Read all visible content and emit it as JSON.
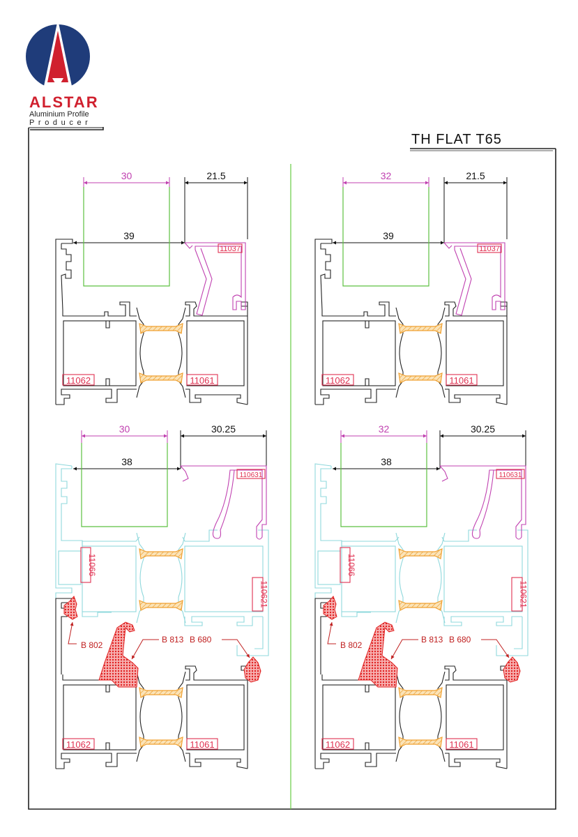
{
  "logo": {
    "brand": "ALSTAR",
    "tagline_1": "Aluminium Profile",
    "tagline_2": "Producer"
  },
  "title": "TH FLAT T65",
  "colors": {
    "frame": "#222222",
    "sash": "#8fd8dc",
    "bead": "#c040b0",
    "glass": "#5cc040",
    "gasket": "#e02020",
    "label": "#e03050",
    "thermal": "#f0a030",
    "divider": "#66cc44"
  },
  "panels": [
    {
      "top": {
        "glass_dim": "30",
        "bead_dim": "21.5",
        "rebate_dim": "39",
        "bead_code": "11037",
        "frame_left_code": "11062",
        "frame_right_code": "11061"
      },
      "bottom": {
        "glass_dim": "30",
        "bead_dim": "30.25",
        "rebate_dim": "38",
        "bead_code": "110631",
        "sash_left_code": "11066",
        "sash_right_code": "110621",
        "frame_left_code": "11062",
        "frame_right_code": "11061",
        "gaskets": [
          "B 802",
          "B 813",
          "B 680"
        ]
      }
    },
    {
      "top": {
        "glass_dim": "32",
        "bead_dim": "21.5",
        "rebate_dim": "39",
        "bead_code": "11037",
        "frame_left_code": "11062",
        "frame_right_code": "11061"
      },
      "bottom": {
        "glass_dim": "32",
        "bead_dim": "30.25",
        "rebate_dim": "38",
        "bead_code": "110631",
        "sash_left_code": "11066",
        "sash_right_code": "110621",
        "frame_left_code": "11062",
        "frame_right_code": "11061",
        "gaskets": [
          "B 802",
          "B 813",
          "B 680"
        ]
      }
    }
  ]
}
